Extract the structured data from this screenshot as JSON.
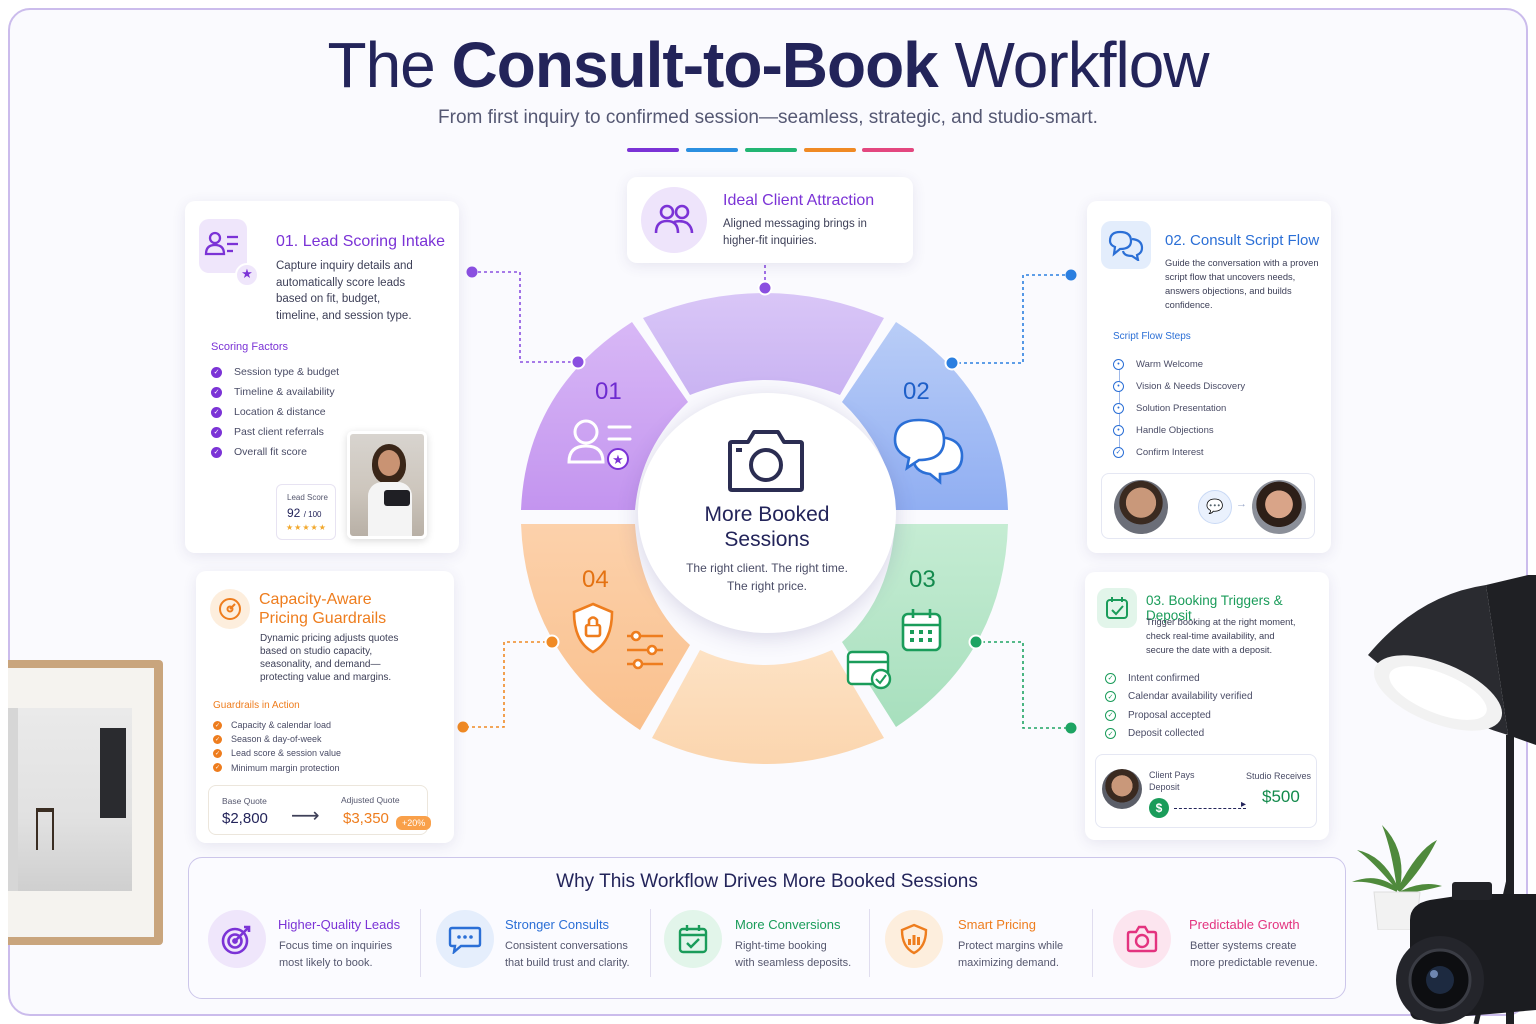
{
  "header": {
    "title_pre": "The ",
    "title_bold": "Consult-to-Book",
    "title_post": " Workflow",
    "subtitle": "From first inquiry to confirmed session—seamless, strategic, and studio-smart."
  },
  "colors": {
    "purple": "#7b33d6",
    "blue": "#2b6fd6",
    "green": "#1a9c5a",
    "orange": "#ee7d1e",
    "pink": "#e3337f"
  },
  "attraction": {
    "title": "Ideal Client Attraction",
    "desc_line1": "Aligned messaging brings in",
    "desc_line2": "higher-fit inquiries."
  },
  "lead_scoring": {
    "title": "01. Lead Scoring Intake",
    "desc": [
      "Capture inquiry details and",
      "automatically score leads",
      "based on fit, budget,",
      "timeline, and session type."
    ],
    "factors_label": "Scoring Factors",
    "factors": [
      "Session type & budget",
      "Timeline & availability",
      "Location & distance",
      "Past client referrals",
      "Overall fit score"
    ],
    "score_label": "Lead Score",
    "score_value": "92",
    "score_max": "/ 100",
    "stars": "★★★★★"
  },
  "consult_script": {
    "title": "02. Consult Script Flow",
    "desc": [
      "Guide the conversation with a proven",
      "script flow that uncovers needs,",
      "answers objections, and builds",
      "confidence."
    ],
    "steps_label": "Script Flow Steps",
    "steps": [
      "Warm Welcome",
      "Vision & Needs Discovery",
      "Solution Presentation",
      "Handle Objections",
      "Confirm Interest"
    ]
  },
  "booking": {
    "title": "03. Booking Triggers & Deposit",
    "desc": [
      "Trigger booking at the right moment,",
      "check real-time availability, and",
      "secure the date with a deposit."
    ],
    "checks": [
      "Intent confirmed",
      "Calendar availability verified",
      "Proposal accepted",
      "Deposit collected"
    ],
    "client_pays": [
      "Client Pays",
      "Deposit"
    ],
    "studio_receives": "Studio Receives",
    "amount": "$500"
  },
  "pricing": {
    "title_line1": "Capacity-Aware",
    "title_line2": "Pricing Guardrails",
    "desc": [
      "Dynamic pricing adjusts quotes",
      "based on studio capacity,",
      "seasonality, and demand—",
      "protecting value and margins."
    ],
    "guardrails_label": "Guardrails in Action",
    "guardrails": [
      "Capacity & calendar load",
      "Season & day-of-week",
      "Lead score & session value",
      "Minimum margin protection"
    ],
    "base_label": "Base Quote",
    "base_value": "$2,800",
    "adjusted_label": "Adjusted Quote",
    "adjusted_value": "$3,350",
    "badge": "+20%"
  },
  "wheel": {
    "seg1": "01",
    "seg2": "02",
    "seg3": "03",
    "seg4": "04",
    "center_title_line1": "More Booked",
    "center_title_line2": "Sessions",
    "center_desc_line1": "The right client. The right time.",
    "center_desc_line2": "The right price."
  },
  "benefits": {
    "heading": "Why This Workflow Drives More Booked Sessions",
    "items": [
      {
        "title": "Higher-Quality Leads",
        "desc1": "Focus time on inquiries",
        "desc2": "most likely to book."
      },
      {
        "title": "Stronger Consults",
        "desc1": "Consistent conversations",
        "desc2": "that build trust and clarity."
      },
      {
        "title": "More Conversions",
        "desc1": "Right-time booking",
        "desc2": "with seamless deposits."
      },
      {
        "title": "Smart Pricing",
        "desc1": "Protect margins while",
        "desc2": "maximizing demand."
      },
      {
        "title": "Predictable Growth",
        "desc1": "Better systems create",
        "desc2": "more predictable revenue."
      }
    ]
  }
}
